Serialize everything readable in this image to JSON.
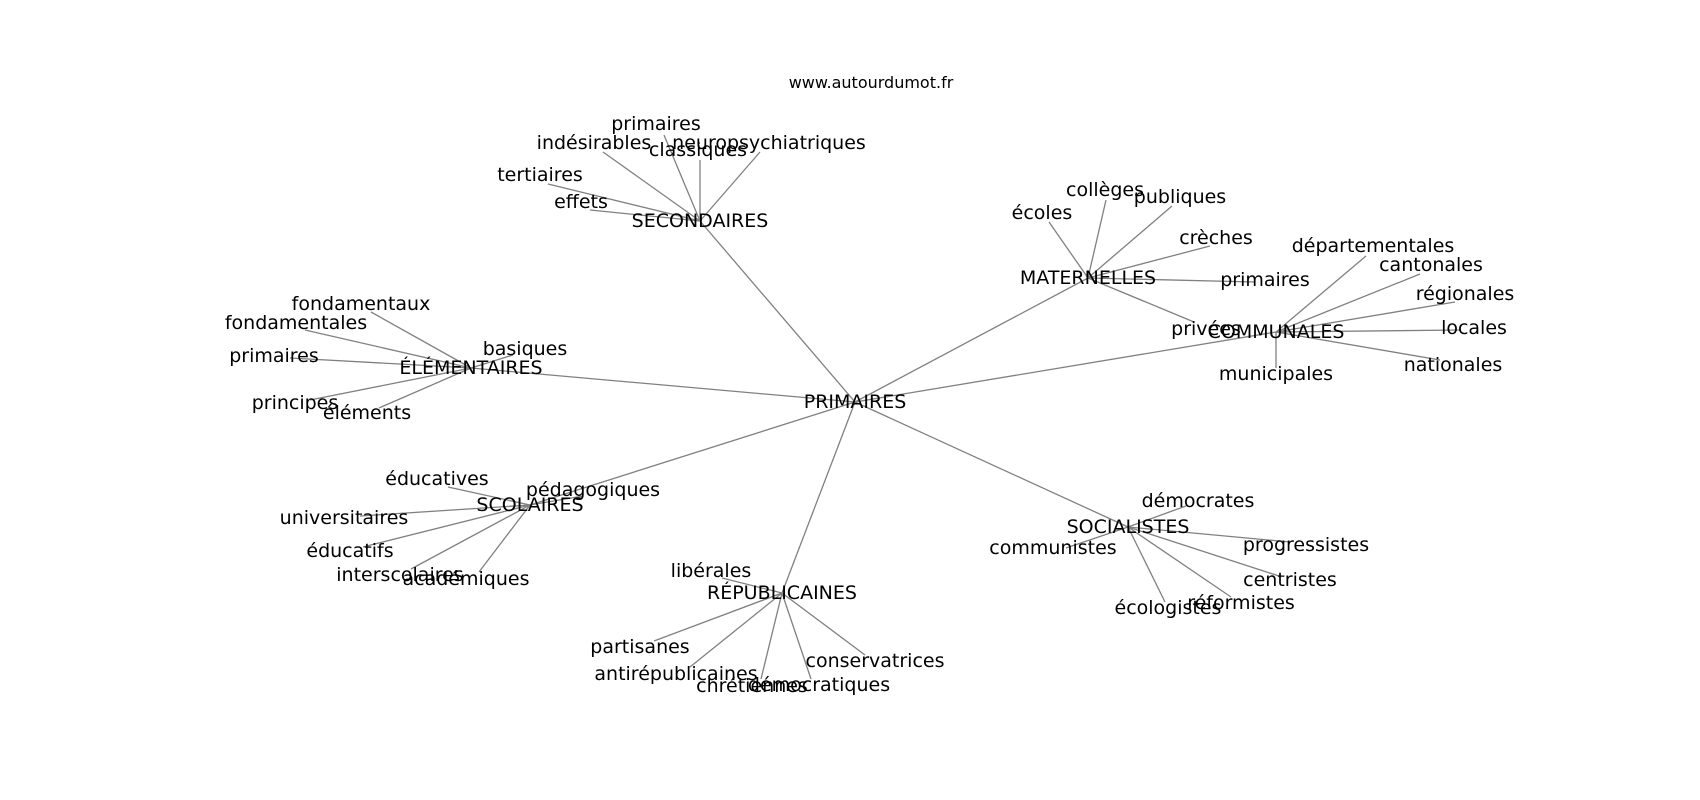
{
  "source_label": "www.autourdumot.fr",
  "colors": {
    "edge": "#808080",
    "text": "#000000",
    "background": "#ffffff"
  },
  "graph": {
    "root": "PRIMAIRES",
    "clusters": [
      {
        "hub": "SECONDAIRES",
        "words": [
          "primaires",
          "indésirables",
          "classiques",
          "neuropsychiatriques",
          "tertiaires",
          "effets"
        ]
      },
      {
        "hub": "MATERNELLES",
        "words": [
          "collèges",
          "écoles",
          "publiques",
          "crèches",
          "primaires",
          "privées"
        ]
      },
      {
        "hub": "COMMUNALES",
        "words": [
          "départementales",
          "cantonales",
          "régionales",
          "locales",
          "nationales",
          "municipales"
        ]
      },
      {
        "hub": "ÉLÉMENTAIRES",
        "words": [
          "fondamentaux",
          "fondamentales",
          "primaires",
          "basiques",
          "principes",
          "éléments"
        ]
      },
      {
        "hub": "SCOLAIRES",
        "words": [
          "éducatives",
          "pédagogiques",
          "universitaires",
          "éducatifs",
          "interscolaires",
          "académiques"
        ]
      },
      {
        "hub": "RÉPUBLICAINES",
        "words": [
          "libérales",
          "partisanes",
          "antirépublicaines",
          "chrétiennes",
          "démocratiques",
          "conservatrices"
        ]
      },
      {
        "hub": "SOCIALISTES",
        "words": [
          "démocrates",
          "communistes",
          "progressistes",
          "centristes",
          "écologistes",
          "réformistes"
        ]
      }
    ]
  }
}
